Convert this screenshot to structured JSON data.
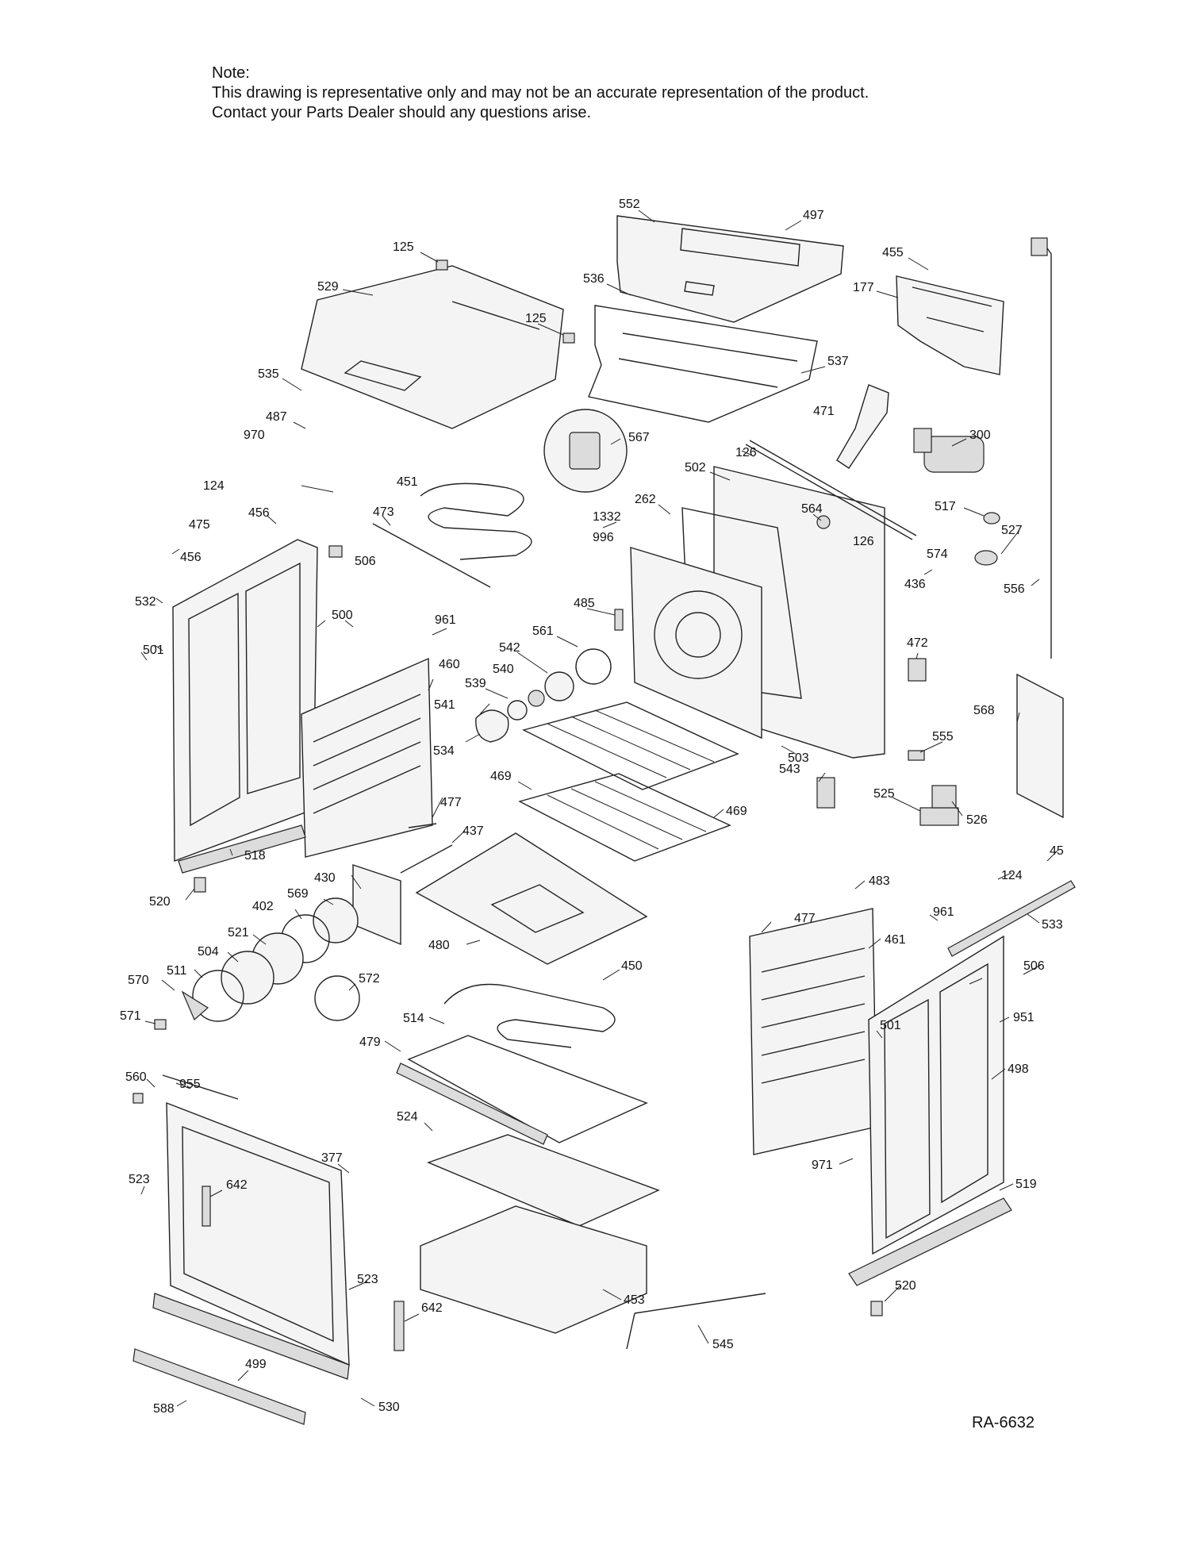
{
  "note": {
    "heading": "Note:",
    "line1": "This drawing is representative only and may not be an accurate representation of the product.",
    "line2": "Contact your Parts Dealer should any questions arise."
  },
  "reference": "RA-6632",
  "part_labels": [
    "552",
    "497",
    "125",
    "529",
    "125",
    "536",
    "455",
    "177",
    "537",
    "535",
    "471",
    "300",
    "487",
    "970",
    "567",
    "126",
    "502",
    "451",
    "473",
    "262",
    "564",
    "517",
    "124",
    "456",
    "475",
    "1332",
    "996",
    "126",
    "574",
    "527",
    "506",
    "456",
    "532",
    "556",
    "485",
    "436",
    "961",
    "500",
    "561",
    "501",
    "542",
    "472",
    "540",
    "460",
    "539",
    "568",
    "541",
    "555",
    "534",
    "503",
    "469",
    "543",
    "477",
    "469",
    "525",
    "526",
    "437",
    "518",
    "430",
    "520",
    "45",
    "483",
    "569",
    "124",
    "402",
    "477",
    "961",
    "533",
    "521",
    "461",
    "480",
    "506",
    "504",
    "450",
    "570",
    "511",
    "572",
    "951",
    "571",
    "514",
    "501",
    "479",
    "498",
    "560",
    "955",
    "524",
    "971",
    "377",
    "519",
    "523",
    "642",
    "523",
    "642",
    "453",
    "520",
    "545",
    "499",
    "588",
    "530"
  ]
}
